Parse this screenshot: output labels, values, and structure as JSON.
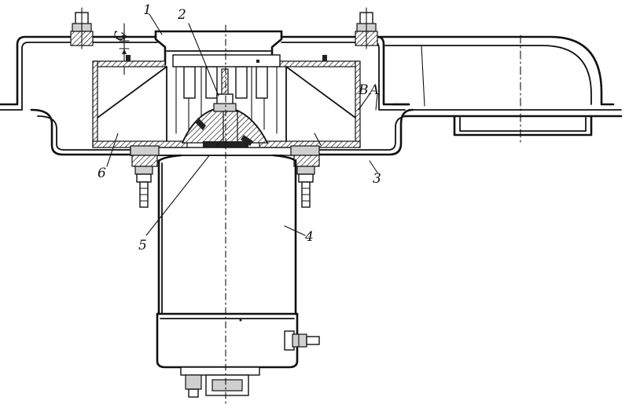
{
  "callouts": {
    "c": "C",
    "one": "1",
    "two": "2",
    "three": "3",
    "four": "4",
    "five": "5",
    "six": "6",
    "b": "B",
    "a": "A"
  }
}
